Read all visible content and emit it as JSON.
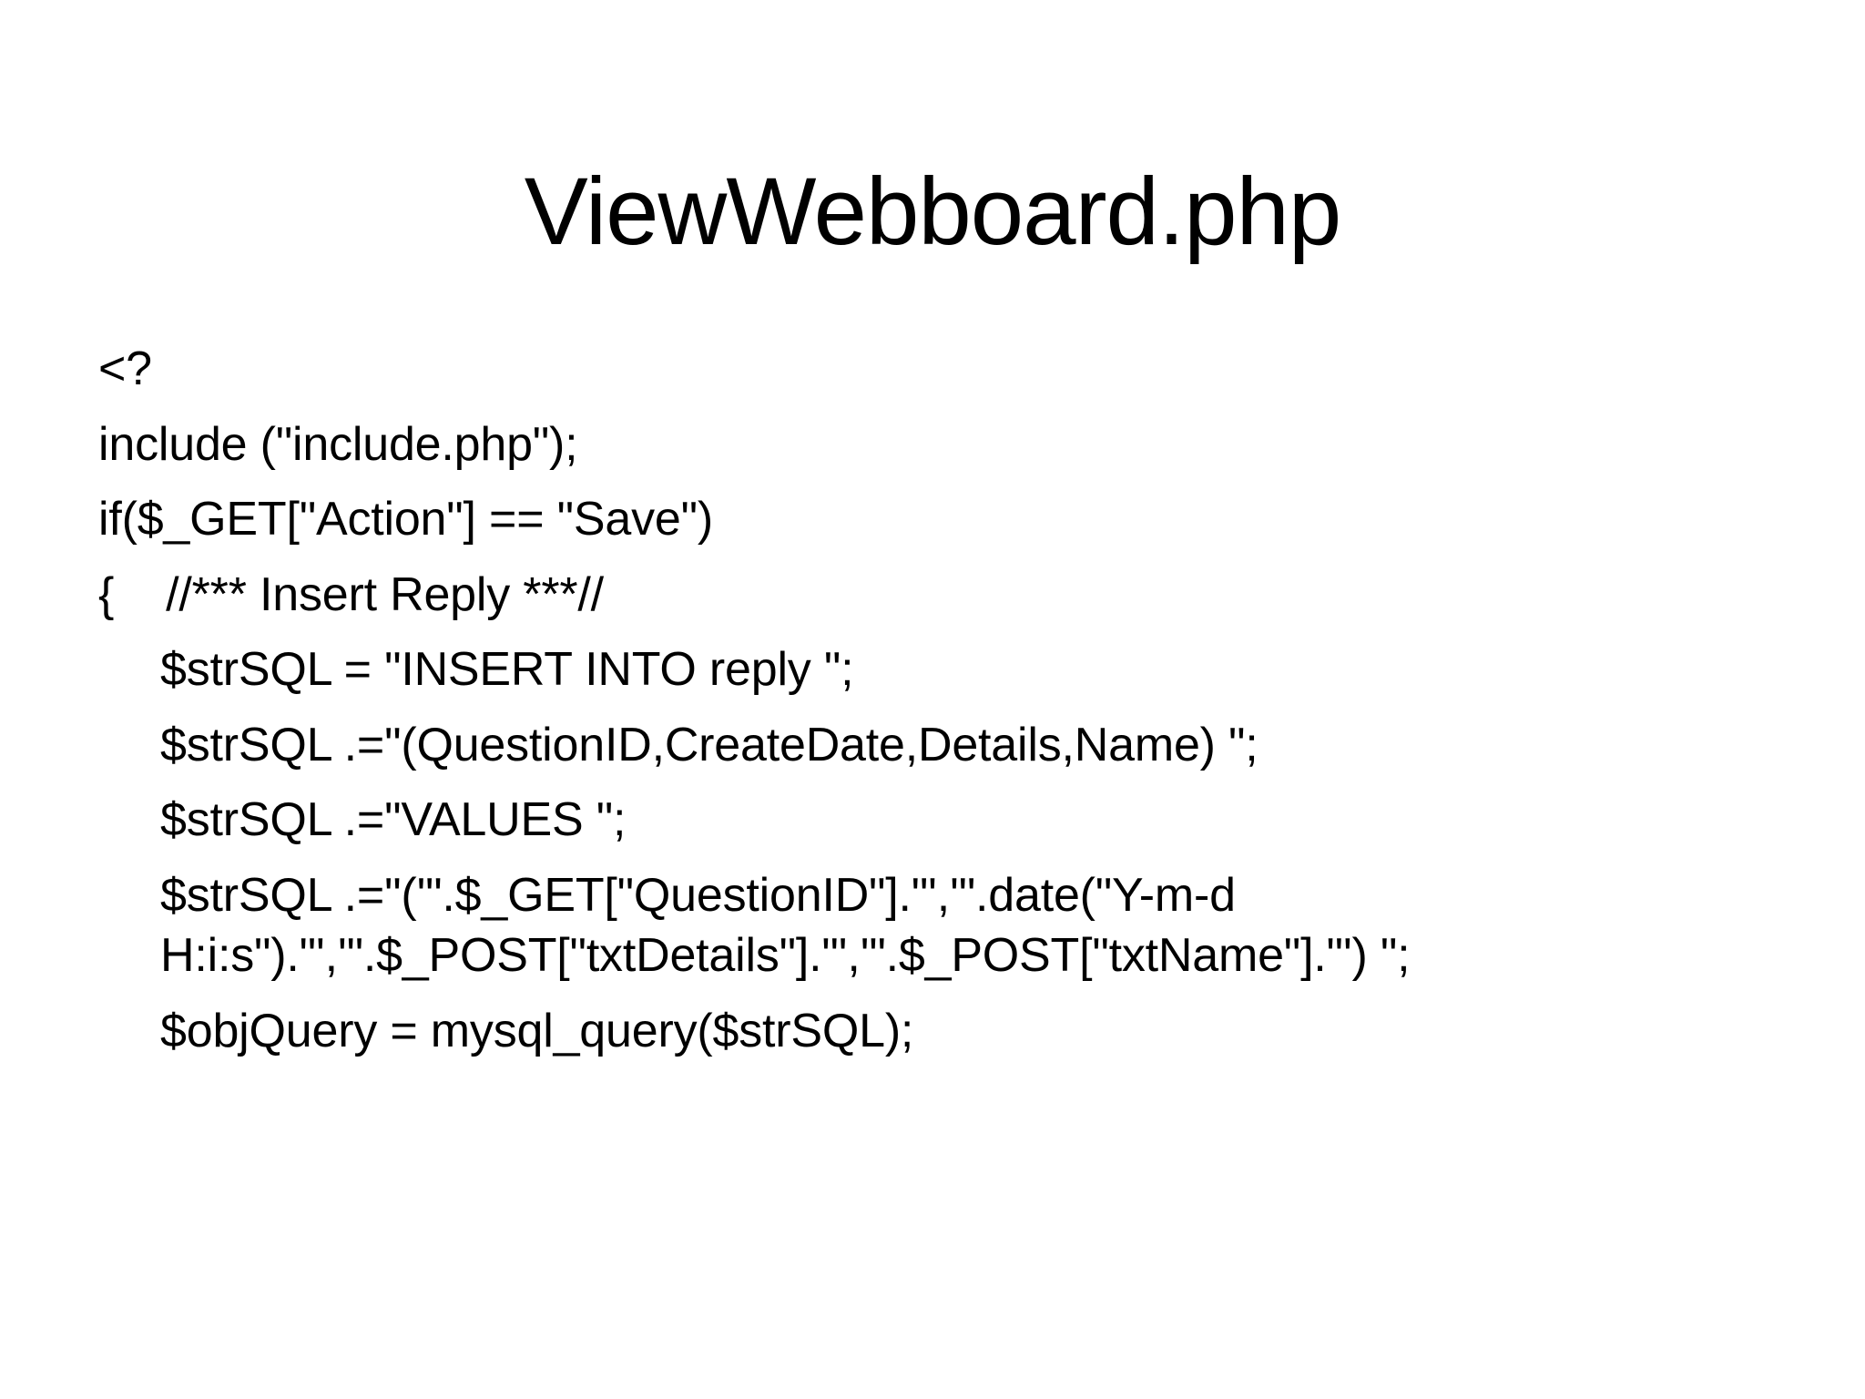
{
  "slide": {
    "title": "ViewWebboard.php",
    "background_color": "#ffffff",
    "text_color": "#000000",
    "code_lines": [
      {
        "id": "line-open-tag",
        "indent": 0,
        "text": "<?"
      },
      {
        "id": "line-include",
        "indent": 0,
        "text": "include (\"include.php\");"
      },
      {
        "id": "line-if-action",
        "indent": 0,
        "text": "if($_GET[\"Action\"] == \"Save\")"
      },
      {
        "id": "line-brace-comment",
        "indent": 0,
        "text": "{    //*** Insert Reply ***//"
      },
      {
        "id": "line-sql-insert",
        "indent": 1,
        "text": "$strSQL = \"INSERT INTO reply \";"
      },
      {
        "id": "line-sql-columns",
        "indent": 1,
        "text": "$strSQL .=\"(QuestionID,CreateDate,Details,Name) \";"
      },
      {
        "id": "line-sql-values",
        "indent": 1,
        "text": "$strSQL .=\"VALUES \";"
      },
      {
        "id": "line-sql-data",
        "indent": 1,
        "text": "$strSQL .=\"('\".$_GET[\"QuestionID\"].\"','\".date(\"Y-m-d H:i:s\").\"','\".$_POST[\"txtDetails\"].\"','\".$_POST[\"txtName\"].\"') \";"
      },
      {
        "id": "line-objquery",
        "indent": 1,
        "text": "$objQuery = mysql_query($strSQL);"
      }
    ]
  }
}
